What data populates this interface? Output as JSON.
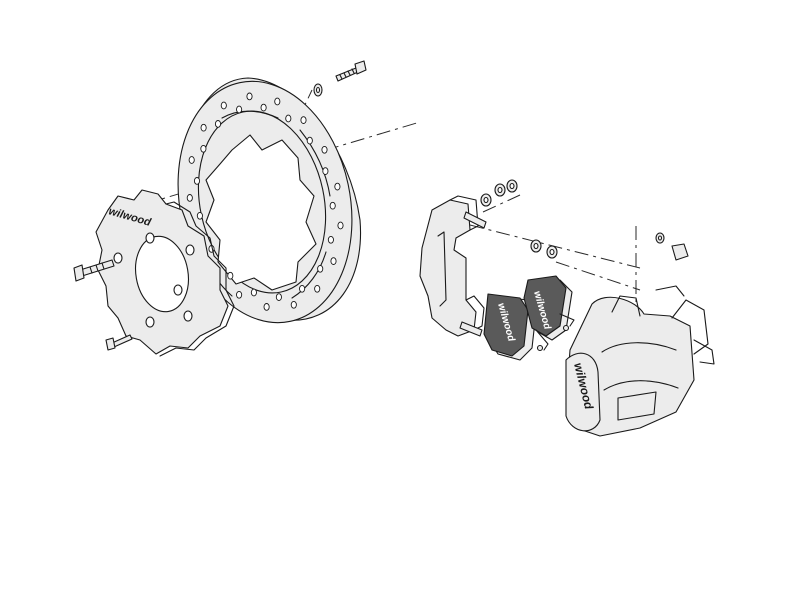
{
  "figure": {
    "background": "#ffffff",
    "part_fill": "#ececec",
    "pad_fill": "#5a5a5a",
    "line_color": "#1a1a1a"
  },
  "brand": {
    "hat_logo": "wilwood",
    "pad_logo_left": "wilwood",
    "pad_logo_right": "wilwood",
    "caliper_logo": "wilwood"
  }
}
